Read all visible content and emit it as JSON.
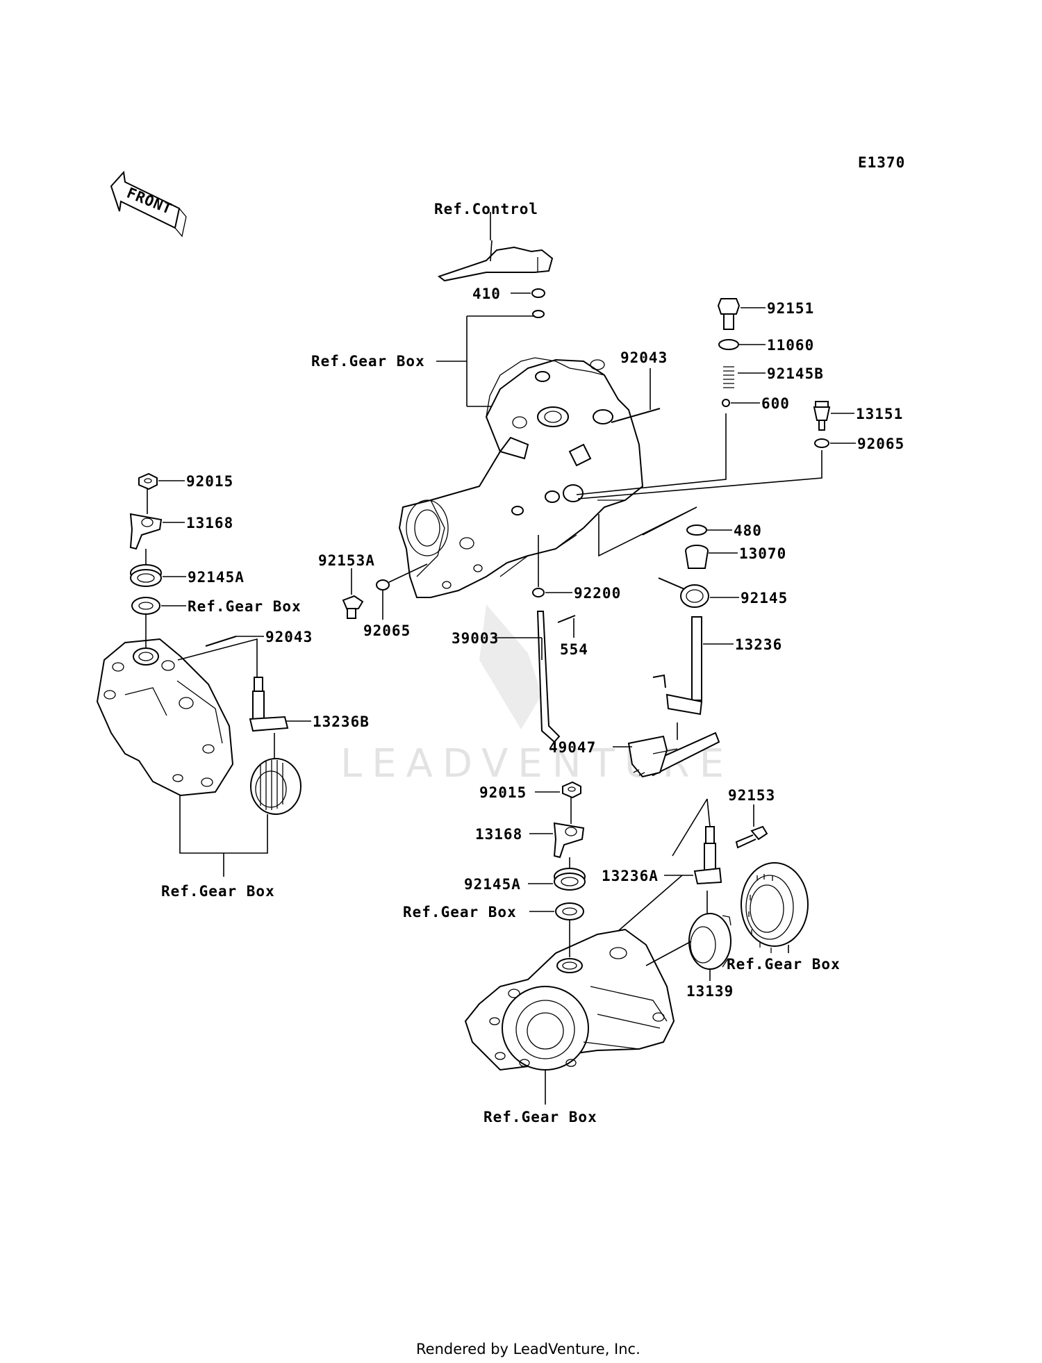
{
  "diagram_code": "E1370",
  "front_arrow_label": "FRONT",
  "watermark": "LEADVENTURE",
  "footer": "Rendered by LeadVenture, Inc.",
  "labels": {
    "ref_control": "Ref.Control",
    "p410": "410",
    "ref_gearbox_top": "Ref.Gear Box",
    "p92043_top": "92043",
    "p92151": "92151",
    "p11060": "11060",
    "p92145B": "92145B",
    "p600": "600",
    "p13151": "13151",
    "p92065_right": "92065",
    "p92015_left": "92015",
    "p13168_left": "13168",
    "p92145A_left": "92145A",
    "ref_gearbox_left": "Ref.Gear Box",
    "p92043_left": "92043",
    "p92153A": "92153A",
    "p92065_mid": "92065",
    "p480": "480",
    "p13070": "13070",
    "p92145": "92145",
    "p92200": "92200",
    "p39003": "39003",
    "p554": "554",
    "p13236": "13236",
    "p13236B": "13236B",
    "p49047": "49047",
    "p92015_mid": "92015",
    "p92153": "92153",
    "p13168_mid": "13168",
    "p13236A": "13236A",
    "p92145A_mid": "92145A",
    "ref_gearbox_mid": "Ref.Gear Box",
    "ref_gearbox_bottom_left": "Ref.Gear Box",
    "ref_gearbox_right": "Ref.Gear Box",
    "p13139": "13139",
    "ref_gearbox_bottom": "Ref.Gear Box"
  }
}
